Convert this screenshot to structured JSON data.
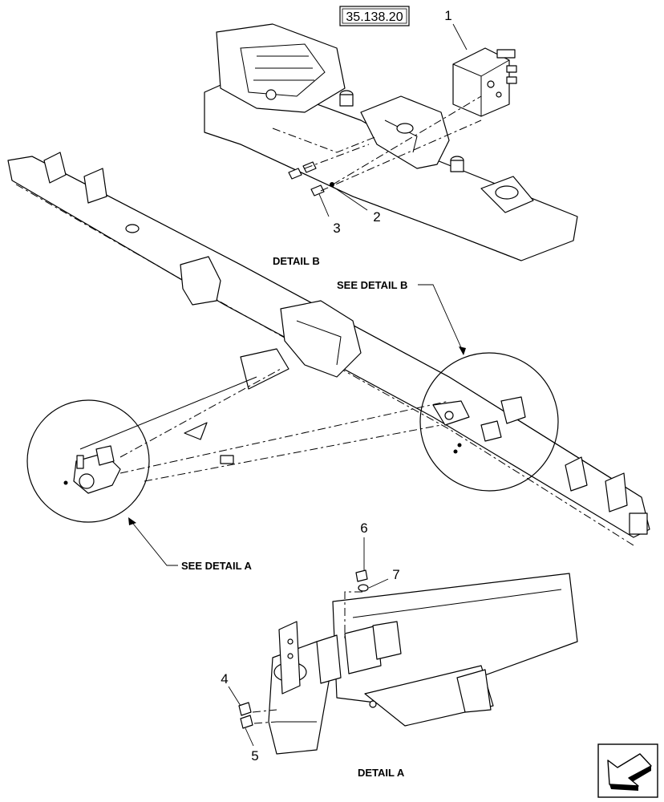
{
  "reference": "35.138.20",
  "detail_b_label": "DETAIL B",
  "detail_a_label": "DETAIL A",
  "see_detail_b": "SEE DETAIL  B",
  "see_detail_a": "SEE DETAIL  A",
  "callouts": [
    "1",
    "2",
    "3",
    "4",
    "5",
    "6",
    "7"
  ],
  "nav_icon": "arrow-page-icon"
}
